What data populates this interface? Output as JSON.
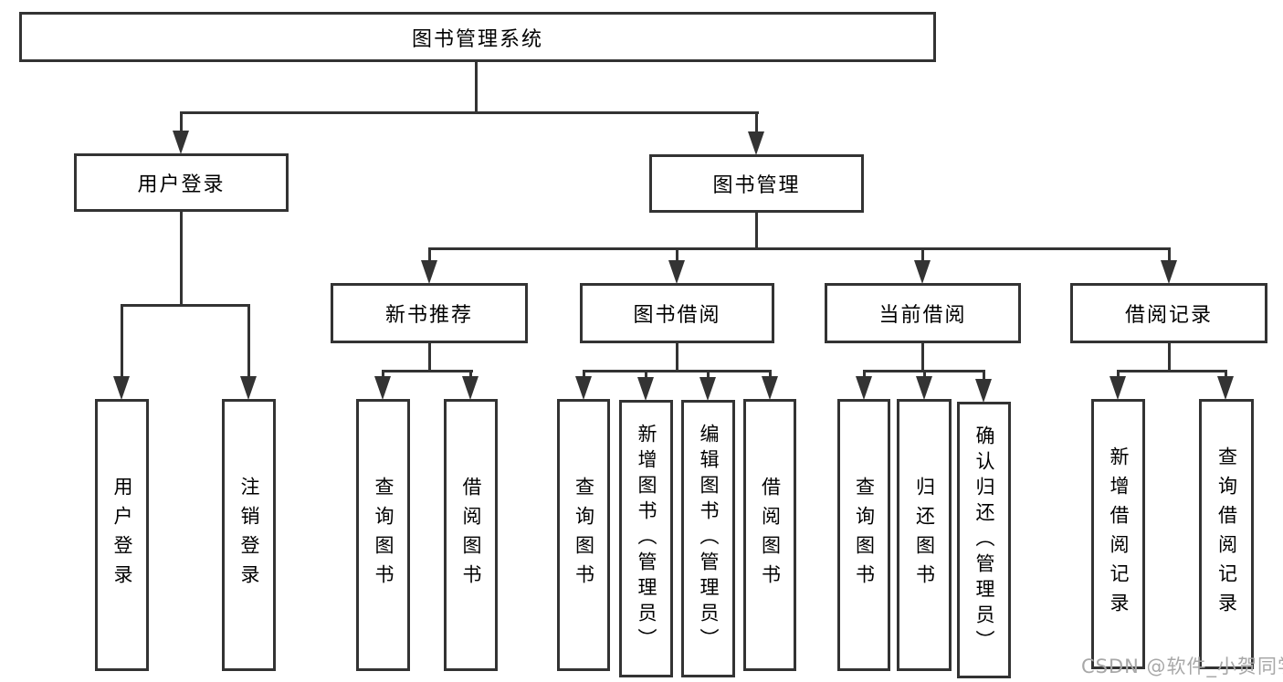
{
  "diagram": {
    "root": "图书管理系统",
    "level2": {
      "user_login": "用户登录",
      "book_mgmt": "图书管理"
    },
    "level3": {
      "new_books": "新书推荐",
      "book_borrow": "图书借阅",
      "current_borrow": "当前借阅",
      "borrow_records": "借阅记录"
    },
    "leaves": {
      "user_login": [
        "用户登录",
        "注销登录"
      ],
      "new_books": [
        "查询图书",
        "借阅图书"
      ],
      "book_borrow": [
        "查询图书",
        "新增图书（管理员）",
        "编辑图书（管理员）",
        "借阅图书"
      ],
      "current_borrow": [
        "查询图书",
        "归还图书",
        "确认归还（管理员）"
      ],
      "borrow_records": [
        "新增借阅记录",
        "查询借阅记录"
      ]
    }
  },
  "watermark": "CSDN @软件_小贺同学",
  "colors": {
    "line": "#333333",
    "text": "#000000",
    "watermark": "#a8a8a8"
  }
}
